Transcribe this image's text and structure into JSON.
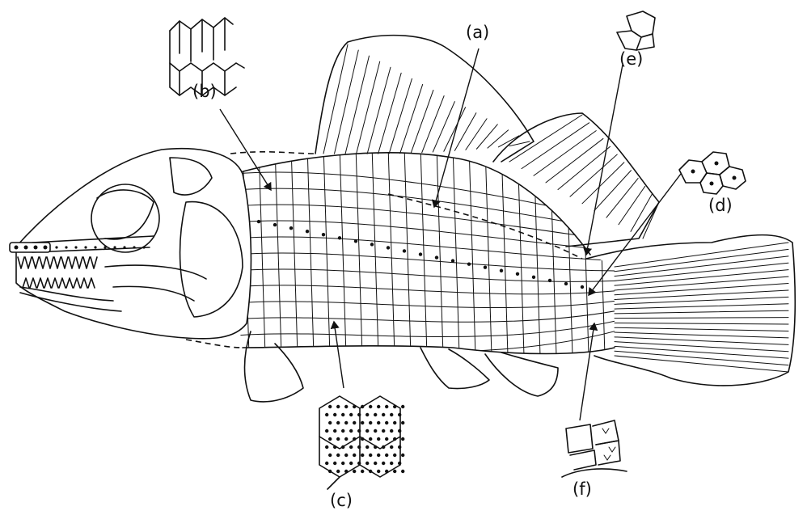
{
  "labels": {
    "a": "(a)",
    "b": "(b)",
    "c": "(c)",
    "d": "(d)",
    "e": "(e)",
    "f": "(f)"
  },
  "colors": {
    "ink": "#111111",
    "paper": "#ffffff"
  }
}
